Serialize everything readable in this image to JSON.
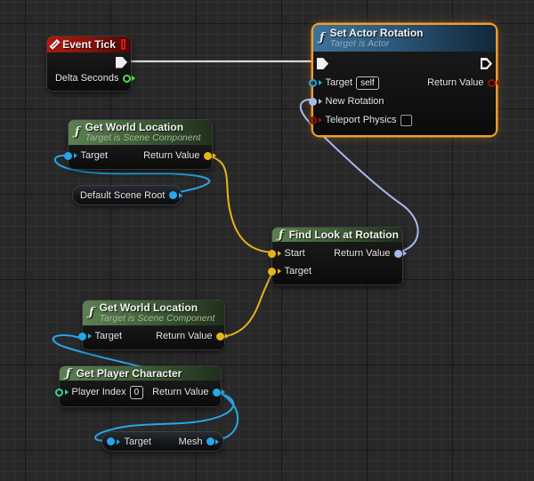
{
  "editor": {
    "kind": "blueprint-event-graph"
  },
  "colors": {
    "wire_exec": "#d8d8d8",
    "wire_object": "#27a6e8",
    "wire_vector": "#e7b418",
    "wire_rotator": "#a9b7ed",
    "selection_orange": "#ef9b2d",
    "header_event_red": "#b5170b",
    "header_function_green": "#5d8053",
    "header_target_blue": "#3d7298"
  },
  "nodes": {
    "event_tick": {
      "title": "Event Tick",
      "pins": {
        "delta_seconds": "Delta Seconds"
      }
    },
    "set_actor_rotation": {
      "title": "Set Actor Rotation",
      "subtitle": "Target is Actor",
      "pins": {
        "target": "Target",
        "target_value": "self",
        "new_rotation": "New Rotation",
        "teleport_physics": "Teleport Physics",
        "return_value": "Return Value"
      }
    },
    "get_world_location_1": {
      "title": "Get World Location",
      "subtitle": "Target is Scene Component",
      "pins": {
        "target": "Target",
        "return_value": "Return Value"
      }
    },
    "default_scene_root": {
      "title": "Default Scene Root"
    },
    "find_look_at_rotation": {
      "title": "Find Look at Rotation",
      "pins": {
        "start": "Start",
        "target": "Target",
        "return_value": "Return Value"
      }
    },
    "get_world_location_2": {
      "title": "Get World Location",
      "subtitle": "Target is Scene Component",
      "pins": {
        "target": "Target",
        "return_value": "Return Value"
      }
    },
    "get_player_character": {
      "title": "Get Player Character",
      "pins": {
        "player_index": "Player Index",
        "player_index_value": "0",
        "return_value": "Return Value"
      }
    },
    "mesh_getter": {
      "pins": {
        "target": "Target",
        "mesh": "Mesh"
      }
    }
  }
}
